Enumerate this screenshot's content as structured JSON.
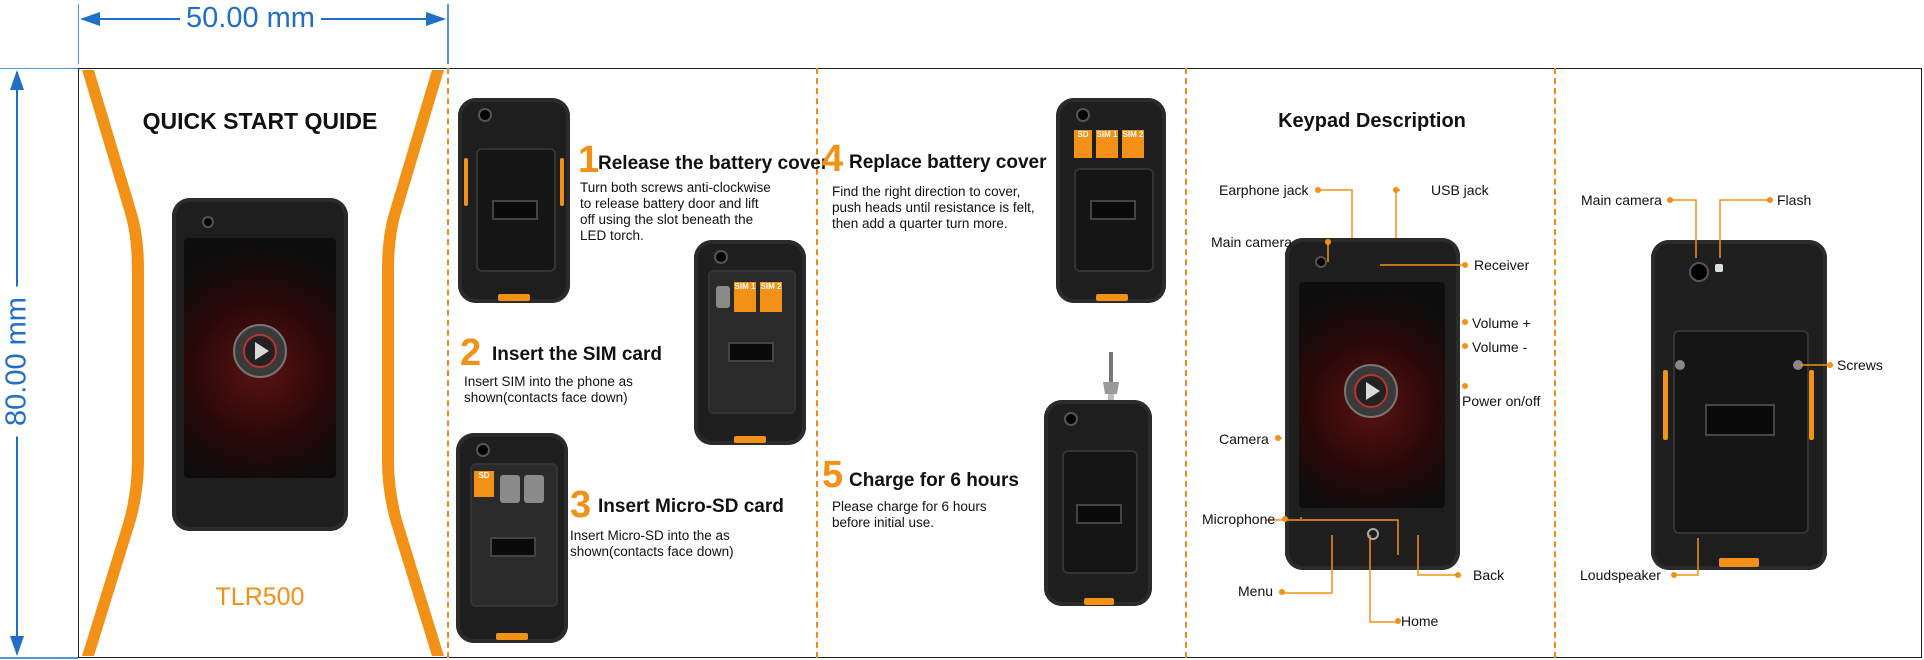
{
  "dimensions": {
    "width_label": "50.00 mm",
    "height_label": "80.00 mm"
  },
  "cover": {
    "title": "QUICK START QUIDE",
    "model": "TLR500"
  },
  "steps": [
    {
      "number": "1",
      "title": "Release the battery cover",
      "lines": [
        "Turn both screws anti-clockwise",
        "to release battery door and lift",
        "off using the slot beneath the",
        "LED torch."
      ]
    },
    {
      "number": "2",
      "title": "Insert the SIM card",
      "lines": [
        "Insert SIM into the phone as",
        "shown(contacts face down)"
      ]
    },
    {
      "number": "3",
      "title": "Insert Micro-SD card",
      "lines": [
        "Insert Micro-SD into the as",
        "shown(contacts face down)"
      ]
    },
    {
      "number": "4",
      "title": "Replace battery cover",
      "lines": [
        "Find the right direction to cover,",
        "push heads until resistance is felt,",
        "then add a quarter turn more."
      ]
    },
    {
      "number": "5",
      "title": "Charge for 6 hours",
      "lines": [
        "Please charge for 6 hours",
        "before initial use."
      ]
    }
  ],
  "sim_labels": {
    "sim1": "SIM 1",
    "sim2": "SIM 2",
    "sd": "SD"
  },
  "keypad": {
    "title": "Keypad Description",
    "front_labels": {
      "earphone_jack": "Earphone jack",
      "usb_jack": "USB jack",
      "main_camera": "Main camera",
      "receiver": "Receiver",
      "volume_up": "Volume +",
      "volume_down": "Volume -",
      "power": "Power on/off",
      "camera": "Camera",
      "microphone": "Microphone",
      "menu": "Menu",
      "back": "Back",
      "home": "Home"
    },
    "back_labels": {
      "main_camera": "Main camera",
      "flash": "Flash",
      "screws": "Screws",
      "loudspeaker": "Loudspeaker"
    }
  },
  "colors": {
    "accent": "#f39016",
    "dimension": "#1f6fc6",
    "phone_body": "#1e1e1e"
  }
}
